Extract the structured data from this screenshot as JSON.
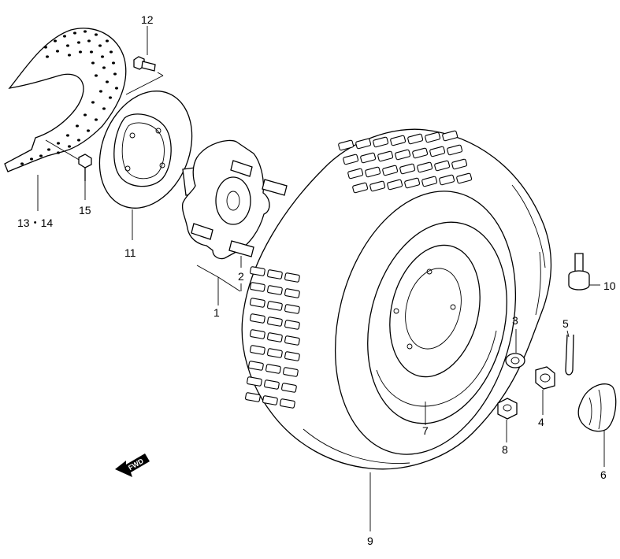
{
  "callouts": {
    "p1": "1",
    "p2": "2",
    "p3": "3",
    "p4": "4",
    "p5": "5",
    "p6": "6",
    "p7": "7",
    "p8": "8",
    "p9": "9",
    "p10": "10",
    "p11": "11",
    "p12": "12",
    "p13_14": "13・14",
    "p15": "15"
  },
  "direction_arrow": {
    "label": "FWD"
  }
}
